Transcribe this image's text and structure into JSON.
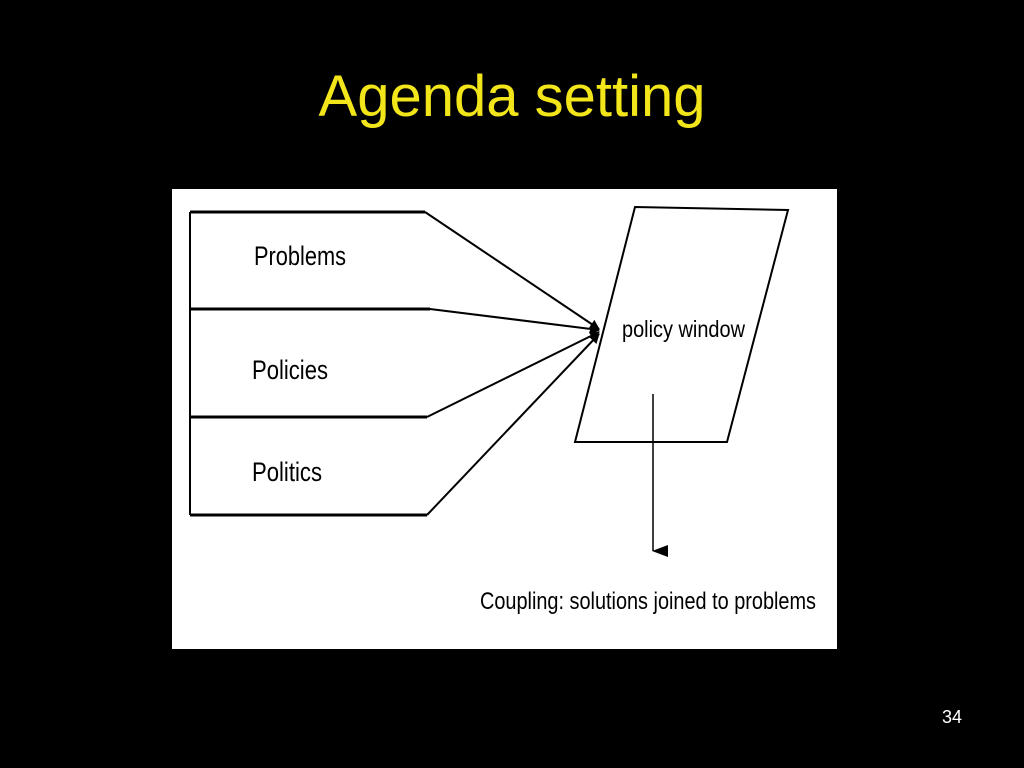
{
  "slide": {
    "title": "Agenda setting",
    "page_number": "34"
  },
  "diagram": {
    "streams": [
      {
        "label": "Problems"
      },
      {
        "label": "Policies"
      },
      {
        "label": "Politics"
      }
    ],
    "window_label": "policy window",
    "outcome_label": "Coupling: solutions joined to problems"
  },
  "colors": {
    "background": "#000000",
    "title": "#f2e51a",
    "figure_background": "#ffffff",
    "lines": "#000000",
    "page_number": "#ffffff"
  }
}
